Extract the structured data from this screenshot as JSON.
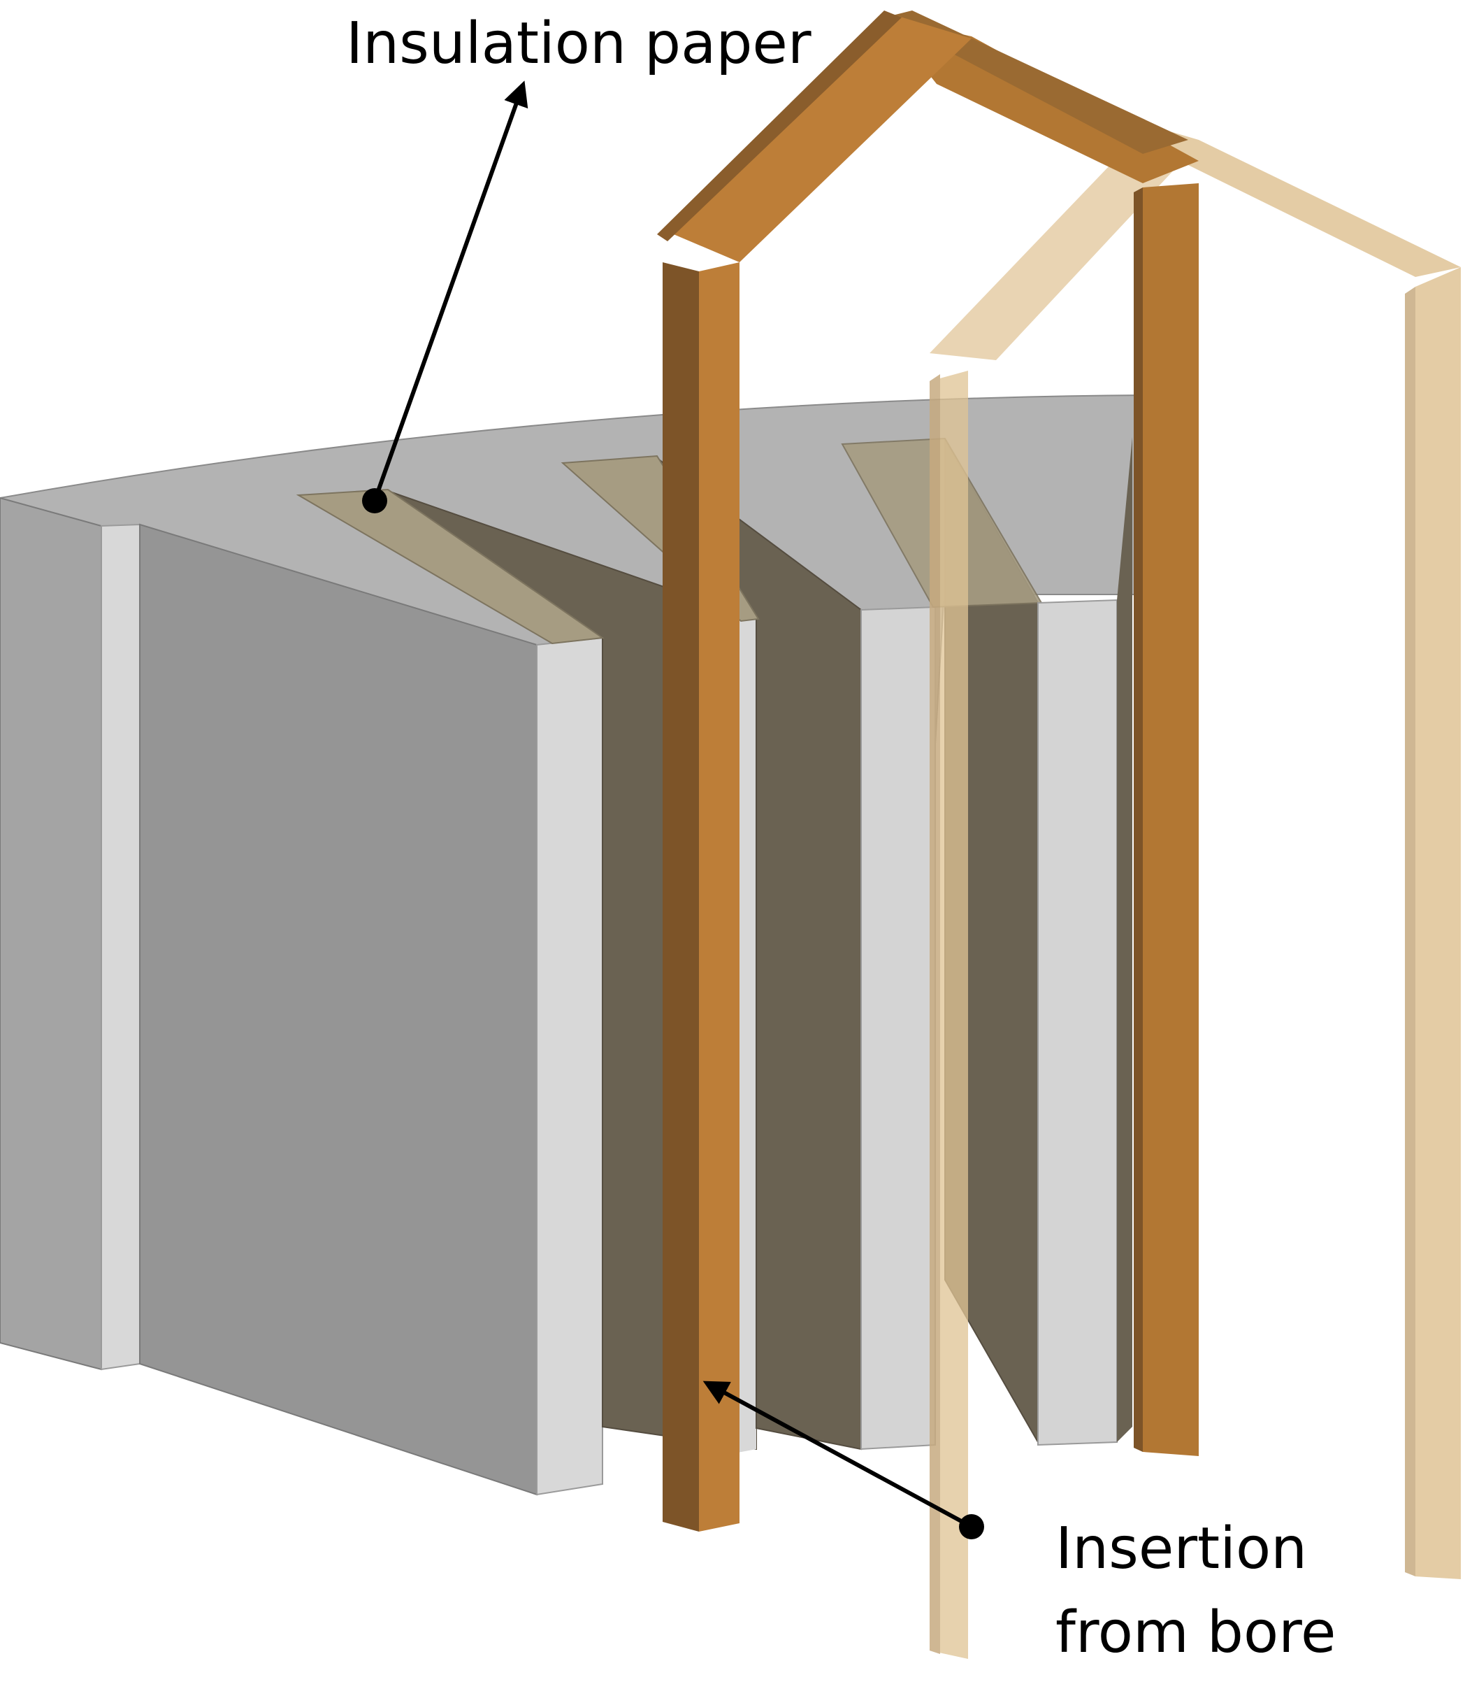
{
  "labels": {
    "insulation_paper": "Insulation paper",
    "insertion_line1": "Insertion",
    "insertion_line2": "from bore"
  },
  "colors": {
    "core_top": "#b3b3b3",
    "core_front": "#959595",
    "core_left_face": "#a9a9a9",
    "tooth_side_light": "#d8d8d8",
    "slot_wall": "#6a6252",
    "insulation_paper": "#a69c82",
    "copper_front": "#bd7e38",
    "copper_side": "#7d5428",
    "copper_top": "#9a6a32",
    "copper_far": "#b27733",
    "copper_faded": "#dfc395",
    "copper_faded_side": "#c7aa80",
    "arrow": "#000000"
  }
}
